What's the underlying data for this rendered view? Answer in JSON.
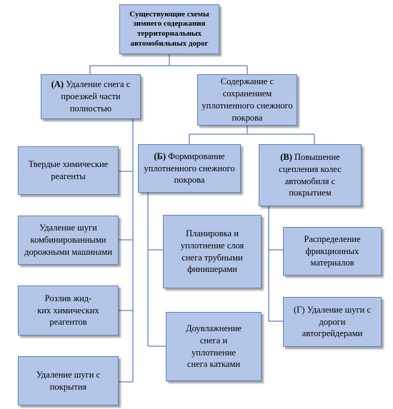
{
  "diagram": {
    "root": {
      "label": "Существующие схемы\nзимнего содержания\nтерриториальных\nавтомобильных дорог"
    },
    "branch_a": {
      "marker": "(А)",
      "label": " Удаление снега с\nпроезжей части\nполностью"
    },
    "branch_keep": {
      "label": "Содержание с\nсохранением\nуплотненного снежного\nпокрова"
    },
    "branch_b": {
      "marker": "(Б)",
      "label": " Формирование\nуплотненного снежного\nпокрова"
    },
    "branch_v": {
      "marker": "(В)",
      "label": "  Повышение\nсцепления  колес\nавтомобиля с\nпокрытием"
    },
    "a_items": [
      {
        "label": "Твердые химические\nреагенты"
      },
      {
        "label": "Удаление шуги\nкомбинированными\nдорожными машинами"
      },
      {
        "label": "Розлив жид-\nких химических\nреагентов"
      },
      {
        "label": "Удаление шуги с\nпокрытия"
      }
    ],
    "b_items": [
      {
        "label": "Планировка и\nуплотнение слоя\nснега трубными\nфинишерами"
      },
      {
        "label": "Доувлажнение\nснега и\nуплотнение\nснега катками"
      }
    ],
    "v_items": [
      {
        "label": "Распределение\nфрикционных\nматериалов"
      },
      {
        "label": "(Г) Удаление шуги с\nдороги\nавтогрейдерами"
      }
    ]
  }
}
